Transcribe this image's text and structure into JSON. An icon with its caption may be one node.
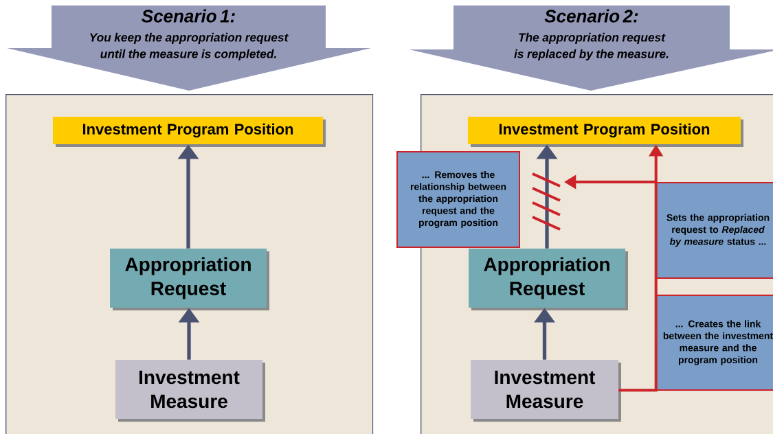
{
  "diagram": {
    "nodes": [
      {
        "text": [
          "Scenario 1:",
          "You keep the appropriation request until the measure is completed."
        ]
      },
      {
        "text": [],
        "shape": "box"
      },
      {
        "text": [
          "Investment Program Position"
        ],
        "in": 1
      },
      {
        "text": [
          "Appropriation Request"
        ],
        "in": 1
      },
      {
        "text": [
          "Investment Measure"
        ],
        "in": 1
      },
      {
        "text": [
          "Scenario 2:",
          "The appropriation request is replaced by the measure."
        ]
      },
      {
        "text": [],
        "shape": "box"
      },
      {
        "text": [
          "Investment Program Position"
        ],
        "in": 6
      },
      {
        "text": [
          "... Removes the relationship between the appropriation request and the program position"
        ]
      },
      {
        "text": [
          "Appropriation Request"
        ],
        "in": 6
      },
      {
        "text": [
          "Sets the appropriation request to *Replaced by measure* status ..."
        ],
        "in": 6
      },
      {
        "text": [
          "... Creates the link between the investment measure and the program position"
        ],
        "in": 6
      },
      {
        "text": [
          "Investment Measure"
        ],
        "in": 6
      }
    ],
    "edges": [
      {
        "from": 4,
        "to": 3,
        "arrow": "to"
      },
      {
        "from": 3,
        "to": 2,
        "arrow": "to"
      },
      {
        "from": 12,
        "to": 9,
        "arrow": "to"
      },
      {
        "from": 9,
        "to": 7,
        "arrow": "to"
      },
      {
        "from": 12,
        "to": 7,
        "arrow": "to",
        "color": "#cc2229"
      },
      {
        "from": 10,
        "to": null,
        "arrow": "to",
        "color": "#cc2229"
      }
    ]
  }
}
